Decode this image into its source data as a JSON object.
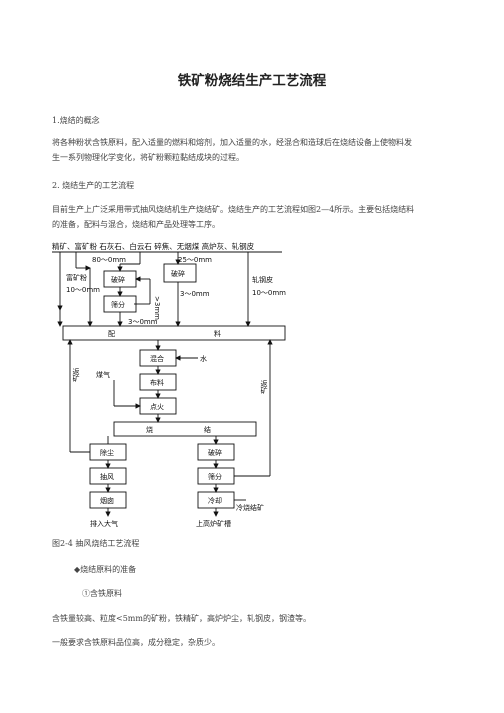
{
  "title": "铁矿粉烧结生产工艺流程",
  "s1_heading": "1.烧结的概念",
  "s1_line1": "将各种粉状含铁原料，配入适量的燃料和熔剂，加入适量的水，经混合和造球后在烧结设备上使物料发",
  "s1_line2": "生一系列物理化学变化，将矿粉颗粒黏结成块的过程。",
  "s2_heading": "2. 烧结生产的工艺流程",
  "s2_line1": "目前生产上广泛采用带式抽风烧结机生产烧结矿。烧结生产的工艺流程如图2—4所示。主要包括烧结料",
  "s2_line2": "的准备，配料与混合，烧结和产品处理等工序。",
  "diagram": {
    "top_header": "精矿、富矿粉 石灰石、白云石 碎焦、无烟煤 高炉灰、轧钢皮",
    "size_80": "80～0mm",
    "rich_ore": "富矿粉",
    "size_10a": "10～0mm",
    "crush1": "破碎",
    "screen1": "筛分",
    "size_gt3": ">3mm",
    "size_3a": "3～0mm",
    "size_25": "25～0mm",
    "crush2": "破碎",
    "size_3b": "3～0mm",
    "mill_scale": "轧钢皮",
    "size_10b": "10～0mm",
    "batch_left": "配",
    "batch_right": "料",
    "mix": "混合",
    "water": "水",
    "gas": "煤气",
    "lay": "布料",
    "ignite": "点火",
    "return_left": "返矿",
    "return_right": "返矿",
    "sinter_left": "烧",
    "sinter_right": "结",
    "dedust": "除尘",
    "exhaust": "抽风",
    "chimney": "烟囱",
    "to_air": "排入大气",
    "crush3": "破碎",
    "screen2": "筛分",
    "cool": "冷却",
    "cold_sinter": "冷烧结矿",
    "to_bf": "上高炉矿槽"
  },
  "caption": "图2-4    抽风烧结工艺流程",
  "bullet": "◆烧结原料的准备",
  "sub1": "①含铁原料",
  "p1": "含铁量较高、粒度<5mm的矿粉，铁精矿，高炉炉尘，轧钢皮，钢渣等。",
  "p2": "一般要求含铁原料品位高，成分稳定，杂质少。"
}
